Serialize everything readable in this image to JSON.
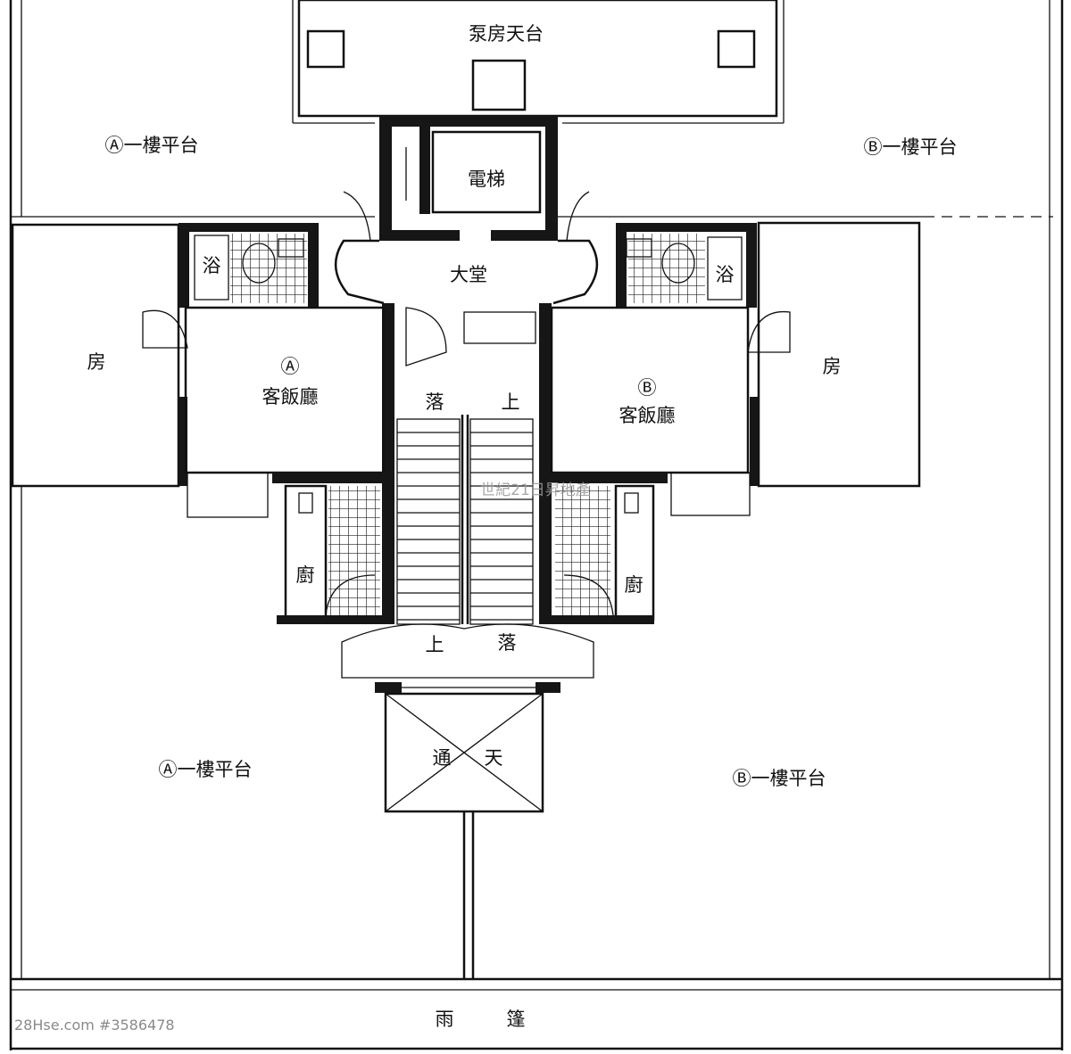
{
  "plan": {
    "pump_room_roof": "泵房天台",
    "platform_a_top": "Ⓐ一樓平台",
    "platform_b_top": "Ⓑ一樓平台",
    "platform_a_bottom": "Ⓐ一樓平台",
    "platform_b_bottom": "Ⓑ一樓平台",
    "elevator": "電梯",
    "lobby": "大堂",
    "unit_a": {
      "bath": "浴",
      "room": "房",
      "marker": "Ⓐ",
      "living_dining": "客飯廳",
      "kitchen": "廚"
    },
    "unit_b": {
      "bath": "浴",
      "room": "房",
      "marker": "Ⓑ",
      "living_dining": "客飯廳",
      "kitchen": "廚"
    },
    "stair": {
      "down_top": "落",
      "up_top": "上",
      "up_bottom": "上",
      "down_bottom": "落"
    },
    "lightwell": {
      "left": "通",
      "right": "天"
    },
    "canopy": {
      "left": "雨",
      "right": "篷"
    }
  },
  "watermarks": {
    "agency": "世紀21日昇地產",
    "site": "28Hse.com #3586478"
  }
}
